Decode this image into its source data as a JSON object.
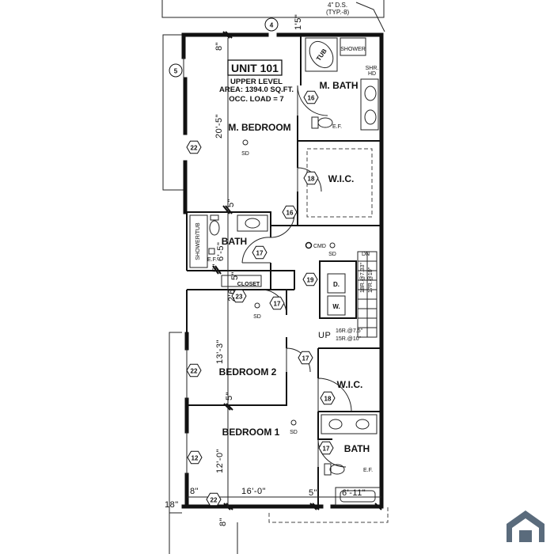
{
  "unit": {
    "title": "UNIT 101",
    "level": "UPPER LEVEL",
    "area": "AREA: 1394.0 SQ.FT.",
    "occ_load": "OCC. LOAD = 7"
  },
  "rooms": {
    "m_bedroom": "M. BEDROOM",
    "m_bath": "M. BATH",
    "wic_1": "W.I.C.",
    "bath": "BATH",
    "closet": "CLOSET",
    "bedroom_2": "BEDROOM 2",
    "wic_2": "W.I.C.",
    "bedroom_1": "BEDROOM 1",
    "bath_2": "BATH"
  },
  "fixtures": {
    "tub": "TUB",
    "shower": "SHOWER",
    "shr": "SHR.",
    "hd": "HD",
    "shower_tub": "SHOWER/TUB",
    "ef": "E.F.",
    "dryer": "D.",
    "washer": "W."
  },
  "devices": {
    "sd": "SD",
    "cmd": "CMD"
  },
  "stairs": {
    "dn": "DN",
    "up": "UP",
    "up_note_1": "16R.@7.5\"",
    "up_note_2": "15R.@10\"",
    "dn_note_1": "18R.@7.33\"",
    "dn_note_2": "17R.@10\""
  },
  "tags": [
    {
      "id": "t4",
      "text": "4",
      "shape": "circle"
    },
    {
      "id": "t5",
      "text": "5",
      "shape": "circle"
    },
    {
      "id": "t16a",
      "text": "16",
      "shape": "hex"
    },
    {
      "id": "t16b",
      "text": "16",
      "shape": "hex"
    },
    {
      "id": "t18a",
      "text": "18",
      "shape": "hex"
    },
    {
      "id": "t22a",
      "text": "22",
      "shape": "hex"
    },
    {
      "id": "t17a",
      "text": "17",
      "shape": "hex"
    },
    {
      "id": "t19",
      "text": "19",
      "shape": "hex"
    },
    {
      "id": "t23",
      "text": "23",
      "shape": "hex"
    },
    {
      "id": "t17b",
      "text": "17",
      "shape": "hex"
    },
    {
      "id": "t17c",
      "text": "17",
      "shape": "hex"
    },
    {
      "id": "t22b",
      "text": "22",
      "shape": "hex"
    },
    {
      "id": "t18b",
      "text": "18",
      "shape": "hex"
    },
    {
      "id": "t17d",
      "text": "17",
      "shape": "hex"
    },
    {
      "id": "t12",
      "text": "12",
      "shape": "hex"
    },
    {
      "id": "t22c",
      "text": "22",
      "shape": "hex"
    }
  ],
  "dimensions": {
    "m_bedroom_depth": "20'-5\"",
    "top_8": "8\"",
    "top_1_5": "1'5\"",
    "five": "5\"",
    "bath_depth": "6'-5\"",
    "two_six": "2'6",
    "bedroom_2_depth": "13'-3\"",
    "bedroom_1_depth": "12'-0\"",
    "eight": "8\"",
    "eighteen": "18\"",
    "width_16": "16'-0\"",
    "six_eleven": "6'-11\""
  },
  "notes": {
    "ds": "4\" D.S.",
    "typ": "(TYP.-8)"
  }
}
